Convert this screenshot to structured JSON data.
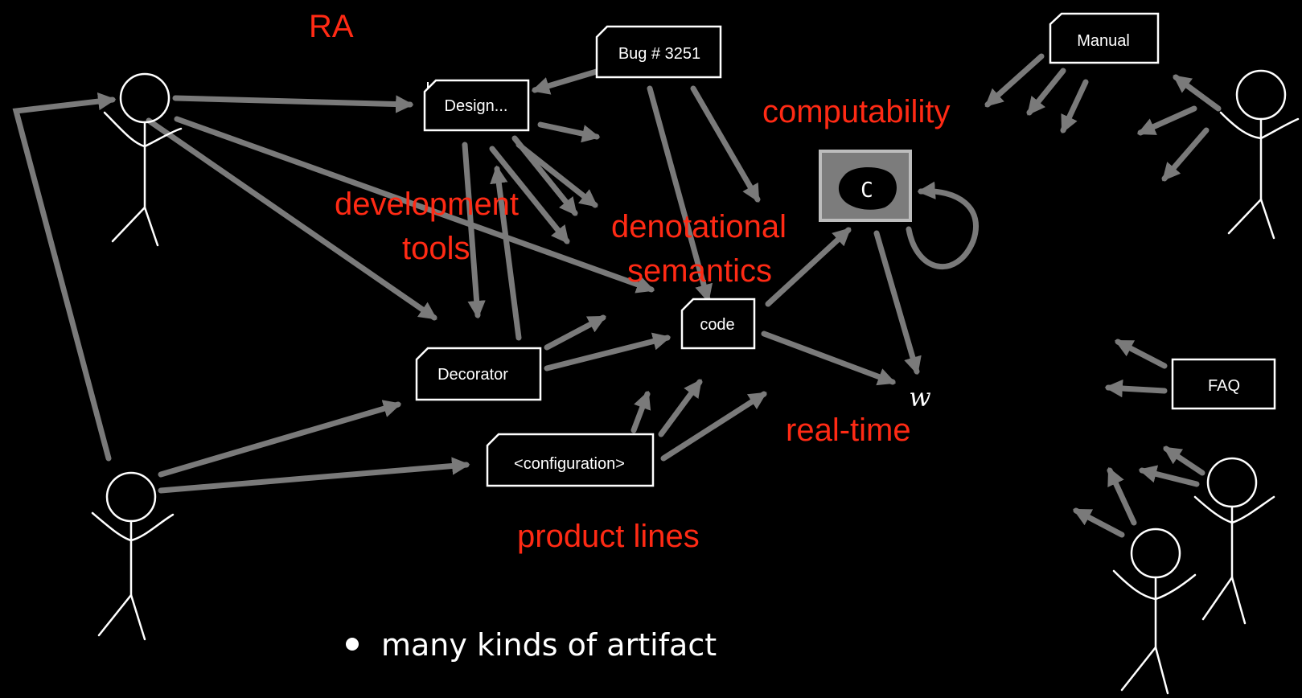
{
  "labels": {
    "ra": "RA",
    "computability": "computability",
    "development": "development",
    "tools": "tools",
    "denotational": "denotational",
    "semantics": "semantics",
    "real_time": "real-time",
    "product_lines": "product lines"
  },
  "artifacts": {
    "design": "Design...",
    "bug": "Bug # 3251",
    "manual": "Manual",
    "code": "code",
    "decorator": "Decorator",
    "configuration": "<configuration>",
    "faq": "FAQ",
    "c_glyph": "C",
    "w_glyph": "w"
  },
  "bullets": [
    "many kinds of artifact"
  ],
  "colors": {
    "label": "#ff2a14",
    "arrow": "#7a7a7a",
    "background": "#000000",
    "stroke": "#ffffff"
  }
}
